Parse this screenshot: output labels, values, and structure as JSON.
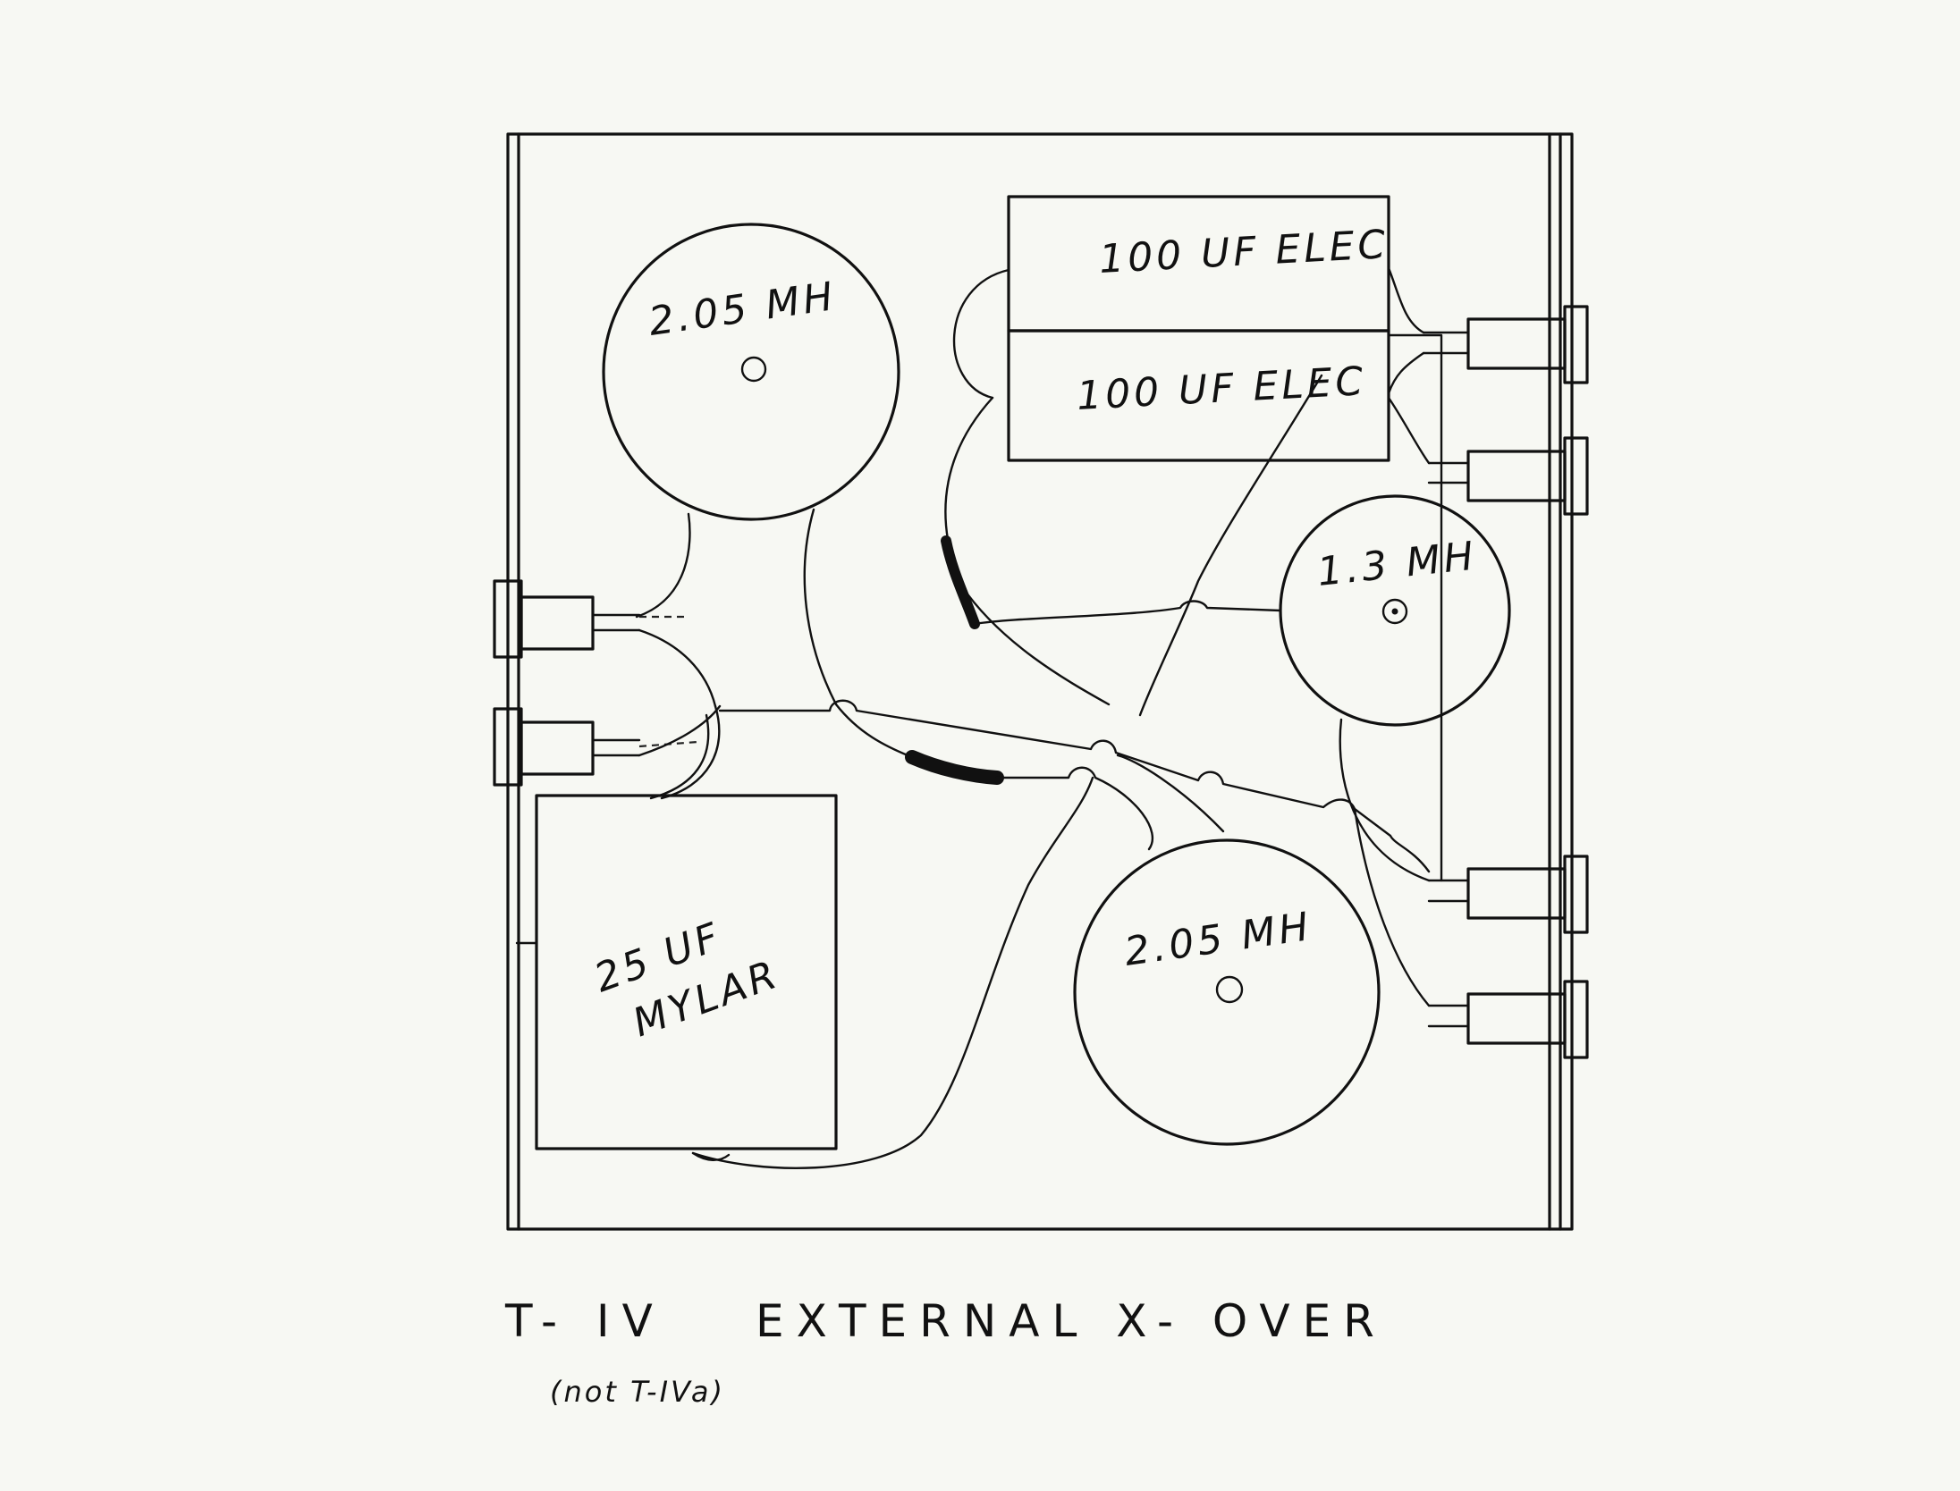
{
  "components": {
    "inductor_top_left": "2.05 MH",
    "cap_elec_top": "100 UF ELEC",
    "cap_elec_bottom": "100 UF ELEC",
    "inductor_right": "1.3 MH",
    "cap_mylar_line1": "25 UF",
    "cap_mylar_line2": "MYLAR",
    "inductor_bottom_right": "2.05 MH"
  },
  "title": {
    "model": "T- IV",
    "text": "EXTERNAL X- OVER",
    "note": "(not T-IVa)"
  }
}
